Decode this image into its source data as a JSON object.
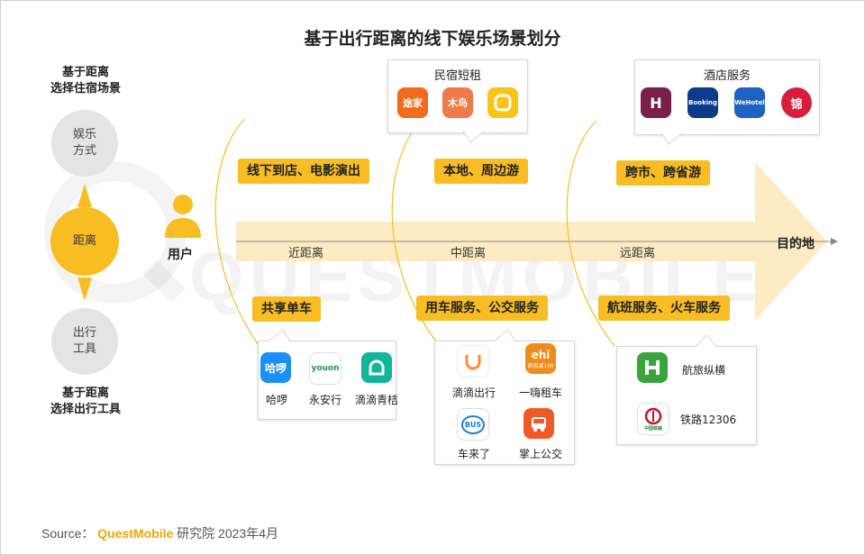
{
  "title": "基于出行距离的线下娱乐场景划分",
  "left": {
    "top_note": [
      "基于距离",
      "选择住宿场景"
    ],
    "bottom_note": [
      "基于距离",
      "选择出行工具"
    ],
    "circle_top": [
      "娱乐",
      "方式"
    ],
    "circle_center": "距离",
    "circle_bottom": [
      "出行",
      "工具"
    ],
    "user_label": "用户"
  },
  "axis": {
    "labels": [
      "近距离",
      "中距离",
      "远距离"
    ],
    "end_label": "目的地"
  },
  "entertainment_tags": [
    "线下到店、电影演出",
    "本地、周边游",
    "跨市、跨省游"
  ],
  "transport_tags": [
    "共享单车",
    "用车服务、公交服务",
    "航班服务、火车服务"
  ],
  "homestay": {
    "title": "民宿短租",
    "apps": [
      {
        "icon": "tujia-icon",
        "text": "途家",
        "color": "#f26a1b"
      },
      {
        "icon": "muniao-icon",
        "text": "木鸟",
        "color": "#f07a4a"
      },
      {
        "icon": "xiaozhu-icon",
        "text": "",
        "color": "#f8c516"
      }
    ]
  },
  "hotel": {
    "title": "酒店服务",
    "apps": [
      {
        "icon": "huazhu-icon",
        "text": "H",
        "color": "#7a1f4a"
      },
      {
        "icon": "booking-icon",
        "text": "Booking",
        "color": "#0c3b8c"
      },
      {
        "icon": "wehotel-icon",
        "text": "WeHotel",
        "color": "#1e62c4"
      },
      {
        "icon": "jinjiang-icon",
        "text": "锦",
        "color": "#d81e3c"
      }
    ]
  },
  "bikes": {
    "apps": [
      {
        "icon": "hellobike-icon",
        "text": "哈啰",
        "label": "哈啰",
        "color": "#1a8ff5"
      },
      {
        "icon": "youon-icon",
        "text": "youon",
        "label": "永安行",
        "color": "#1d9a4a"
      },
      {
        "icon": "didi-qingju-icon",
        "text": "",
        "label": "滴滴青桔",
        "color": "#11b59a"
      }
    ]
  },
  "ride": {
    "apps": [
      {
        "icon": "didi-icon",
        "text": "",
        "label": "滴滴出行",
        "color": "#ff8a2c"
      },
      {
        "icon": "ehi-icon",
        "text": "ehi",
        "label": "一嗨租车",
        "color": "#f08c1a",
        "sub": "首租减100"
      },
      {
        "icon": "chelaile-icon",
        "text": "BUS",
        "label": "车来了",
        "color": "#1b7fd8"
      },
      {
        "icon": "zhangshang-bus-icon",
        "text": "",
        "label": "掌上公交",
        "color": "#f05a28"
      }
    ]
  },
  "trains": {
    "apps": [
      {
        "icon": "hanglv-icon",
        "text": "",
        "label": "航旅纵横",
        "color": "#3aa43a"
      },
      {
        "icon": "railway-icon",
        "text": "中国铁路",
        "label": "铁路12306",
        "color": "#2e7c3a"
      }
    ]
  },
  "watermark": "QUESTMOBILE",
  "source": {
    "prefix": "Source：",
    "brand": "QuestMobile",
    "suffix": "研究院 2023年4月"
  }
}
